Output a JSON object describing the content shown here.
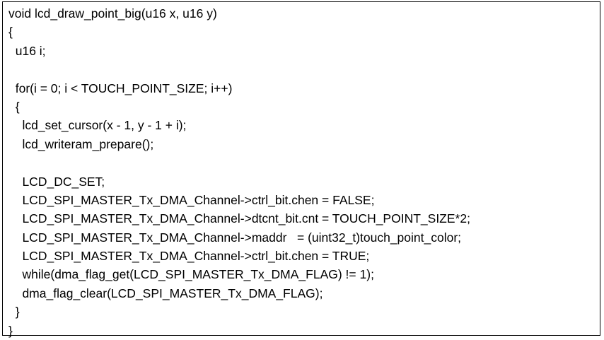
{
  "code": {
    "lines": [
      "void lcd_draw_point_big(u16 x, u16 y)",
      "{",
      "  u16 i;",
      "",
      "  for(i = 0; i < TOUCH_POINT_SIZE; i++)",
      "  {",
      "    lcd_set_cursor(x - 1, y - 1 + i);",
      "    lcd_writeram_prepare();",
      "",
      "    LCD_DC_SET;",
      "    LCD_SPI_MASTER_Tx_DMA_Channel->ctrl_bit.chen = FALSE;",
      "    LCD_SPI_MASTER_Tx_DMA_Channel->dtcnt_bit.cnt = TOUCH_POINT_SIZE*2;",
      "    LCD_SPI_MASTER_Tx_DMA_Channel->maddr   = (uint32_t)touch_point_color;",
      "    LCD_SPI_MASTER_Tx_DMA_Channel->ctrl_bit.chen = TRUE;",
      "    while(dma_flag_get(LCD_SPI_MASTER_Tx_DMA_FLAG) != 1);",
      "    dma_flag_clear(LCD_SPI_MASTER_Tx_DMA_FLAG);",
      "  }",
      "}"
    ]
  }
}
